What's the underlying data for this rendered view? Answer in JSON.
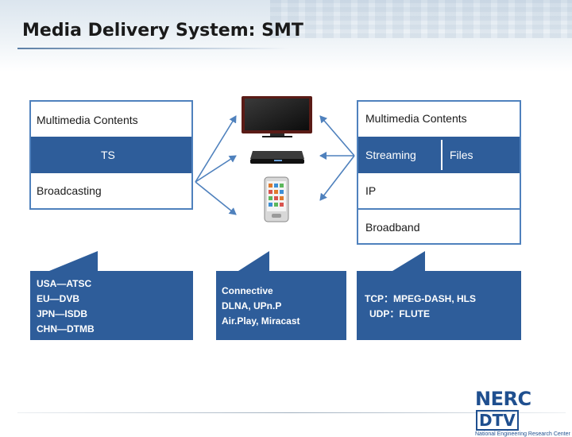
{
  "header": {
    "title": "Media Delivery System: SMT"
  },
  "broadcast_stack": {
    "contents": "Multimedia Contents",
    "transport": "TS",
    "network": "Broadcasting"
  },
  "broadband_stack": {
    "contents": "Multimedia Contents",
    "streaming": "Streaming",
    "files": "Files",
    "transport": "IP",
    "network": "Broadband"
  },
  "devices": [
    "tv-icon",
    "set-top-box-icon",
    "mobile-phone-icon"
  ],
  "callouts": {
    "broadcast": [
      "USA—ATSC",
      "EU—DVB",
      "JPN—ISDB",
      "CHN—DTMB"
    ],
    "connective": [
      "Connective",
      "DLNA, UPn.P",
      "Air.Play, Miracast"
    ],
    "broadband": [
      "TCP：MPEG-DASH, HLS",
      "UDP：FLUTE"
    ]
  },
  "logo": {
    "main": "NERC",
    "badge": "DTV",
    "subtitle": "National Engineering Research Center"
  },
  "colors": {
    "accent": "#2e5d9a",
    "outline": "#4f81bd",
    "arrow": "#4f81bd"
  }
}
